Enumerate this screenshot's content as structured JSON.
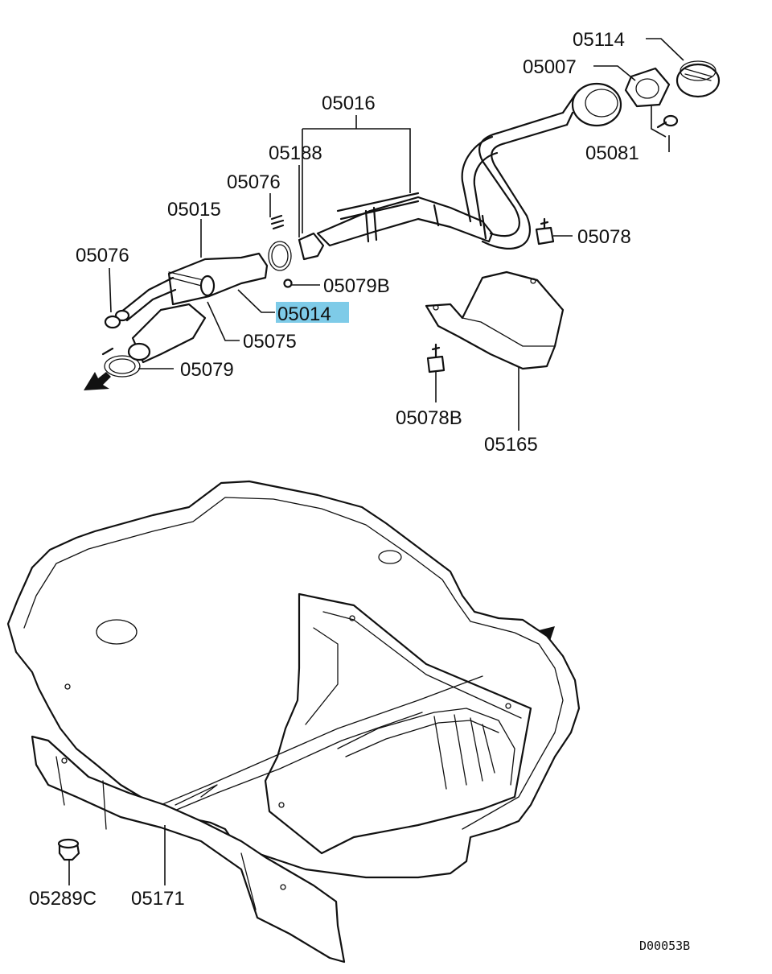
{
  "diagram": {
    "labels": {
      "p05114": "05114",
      "p05007": "05007",
      "p05016": "05016",
      "p05081": "05081",
      "p05188": "05188",
      "p05076a": "05076",
      "p05015": "05015",
      "p05078": "05078",
      "p05076b": "05076",
      "p05079B": "05079B",
      "p05014": "05014",
      "p05075": "05075",
      "p05079": "05079",
      "p05078B": "05078B",
      "p05165": "05165",
      "p05289C": "05289C",
      "p05171": "05171"
    },
    "highlighted_part": "05014",
    "highlight_color": "#7ecbe8",
    "diagram_code": "D00053B"
  }
}
